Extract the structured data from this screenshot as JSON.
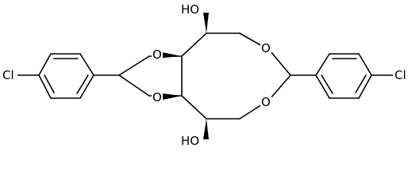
{
  "molecule": {
    "atoms": [
      {
        "id": "oh_top",
        "text": "HO"
      },
      {
        "id": "oh_bottom",
        "text": "HO"
      },
      {
        "id": "o_dioxolane_top",
        "text": "O"
      },
      {
        "id": "o_dioxolane_bottom",
        "text": "O"
      },
      {
        "id": "o_ring_top",
        "text": "O"
      },
      {
        "id": "o_ring_bottom",
        "text": "O"
      },
      {
        "id": "cl_left",
        "text": "Cl"
      },
      {
        "id": "cl_right",
        "text": "Cl"
      }
    ]
  },
  "colors": {
    "bond": "#000000",
    "background": "#ffffff"
  }
}
